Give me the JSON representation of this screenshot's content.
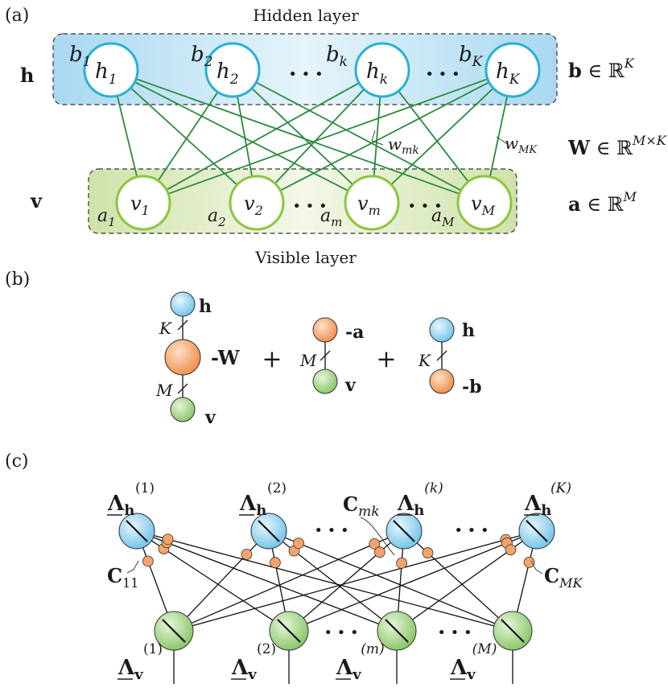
{
  "panel_a": {
    "label": "(a)",
    "hidden_title": "Hidden layer",
    "visible_title": "Visible layer",
    "h_symbol": "h",
    "v_symbol": "v",
    "hidden_units": [
      {
        "bias": "b",
        "bias_sub": "1",
        "name": "h",
        "sub": "1"
      },
      {
        "bias": "b",
        "bias_sub": "2",
        "name": "h",
        "sub": "2"
      },
      {
        "bias": "b",
        "bias_sub": "k",
        "name": "h",
        "sub": "k"
      },
      {
        "bias": "b",
        "bias_sub": "K",
        "name": "h",
        "sub": "K"
      }
    ],
    "visible_units": [
      {
        "bias": "a",
        "bias_sub": "1",
        "name": "v",
        "sub": "1"
      },
      {
        "bias": "a",
        "bias_sub": "2",
        "name": "v",
        "sub": "2"
      },
      {
        "bias": "a",
        "bias_sub": "m",
        "name": "v",
        "sub": "m"
      },
      {
        "bias": "a",
        "bias_sub": "M",
        "name": "v",
        "sub": "M"
      }
    ],
    "ellipsis": "• • •",
    "weight_mk": {
      "name": "w",
      "sub": "mk"
    },
    "weight_MK": {
      "name": "w",
      "sub": "MK"
    },
    "bias_b_def": {
      "sym": "b",
      "rel": " ∈ ℝ",
      "sup": "K"
    },
    "weight_def": {
      "sym": "W",
      "rel": " ∈ ℝ",
      "sup": "M×K"
    },
    "bias_a_def": {
      "sym": "a",
      "rel": " ∈ ℝ",
      "sup": "M"
    }
  },
  "panel_b": {
    "label": "(b)",
    "t1": {
      "top": "h",
      "top_dim": "K",
      "mid": "-W",
      "bot_dim": "M",
      "bot": "v"
    },
    "plus": "+",
    "t2": {
      "top": "-a",
      "dim": "M",
      "bot": "v"
    },
    "t3": {
      "top": "h",
      "dim": "K",
      "bot": "-b"
    }
  },
  "panel_c": {
    "label": "(c)",
    "lambda": "Λ",
    "h_sub": "h",
    "v_sub": "v",
    "hidden_sups": [
      "(1)",
      "(2)",
      "(k)",
      "(K)"
    ],
    "visible_sups": [
      "(1)",
      "(2)",
      "(m)",
      "(M)"
    ],
    "ellipsis": "• • •",
    "c11": {
      "name": "C",
      "sub": "11"
    },
    "cmk": {
      "name": "C",
      "sub": "mk"
    },
    "cMK": {
      "name": "C",
      "sub": "MK"
    }
  },
  "colors": {
    "hidden_node_stroke": "#29b0d6",
    "visible_node_stroke": "#8cc63f",
    "edge_green": "#2b8a3e",
    "blue_node": "#8fd0ee",
    "orange_node": "#f4a46a",
    "green_node": "#a6d987",
    "hidden_band": "#cfe8f6",
    "visible_band": "#dcebc4"
  }
}
